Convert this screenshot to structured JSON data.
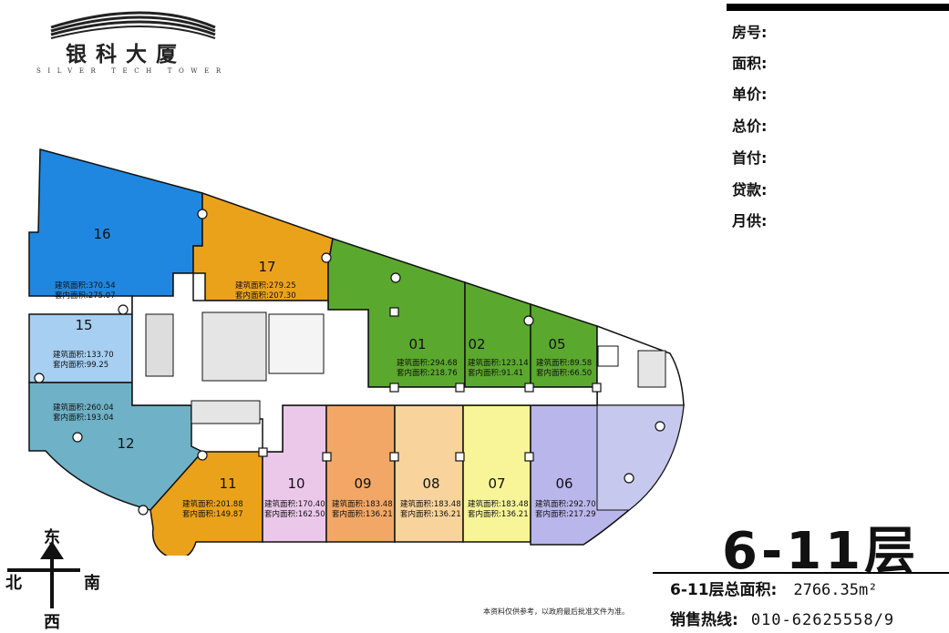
{
  "logo": {
    "name_cn": "银科大厦",
    "name_en": "SILVER TECH TOWER"
  },
  "fields": [
    {
      "label": "房号:"
    },
    {
      "label": "面积:"
    },
    {
      "label": "单价:"
    },
    {
      "label": "总价:"
    },
    {
      "label": "首付:"
    },
    {
      "label": "贷款:"
    },
    {
      "label": "月供:"
    }
  ],
  "rooms": [
    {
      "id": "16",
      "num": "16",
      "gross": "建筑面积:370.54",
      "net": "套内面积:275.07",
      "color": "#1f87e0"
    },
    {
      "id": "17",
      "num": "17",
      "gross": "建筑面积:279.25",
      "net": "套内面积:207.30",
      "color": "#eba21b"
    },
    {
      "id": "15",
      "num": "15",
      "gross": "建筑面积:133.70",
      "net": "套内面积:99.25",
      "color": "#a6cff2"
    },
    {
      "id": "12",
      "num": "12",
      "gross": "建筑面积:260.04",
      "net": "套内面积:193.04",
      "color": "#6fb1c6"
    },
    {
      "id": "01",
      "num": "01",
      "gross": "建筑面积:294.68",
      "net": "套内面积:218.76",
      "color": "#5ba82f"
    },
    {
      "id": "02",
      "num": "02",
      "gross": "建筑面积:123.14",
      "net": "套内面积:91.41",
      "color": "#5ba82f"
    },
    {
      "id": "05",
      "num": "05",
      "gross": "建筑面积:89.58",
      "net": "套内面积:66.50",
      "color": "#5ba82f"
    },
    {
      "id": "11",
      "num": "11",
      "gross": "建筑面积:201.88",
      "net": "套内面积:149.87",
      "color": "#eba21b"
    },
    {
      "id": "10",
      "num": "10",
      "gross": "建筑面积:170.40",
      "net": "套内面积:162.50",
      "color": "#ebc8ea"
    },
    {
      "id": "09",
      "num": "09",
      "gross": "建筑面积:183.48",
      "net": "套内面积:136.21",
      "color": "#f2a766"
    },
    {
      "id": "08",
      "num": "08",
      "gross": "建筑面积:183.48",
      "net": "套内面积:136.21",
      "color": "#f8d39b"
    },
    {
      "id": "07",
      "num": "07",
      "gross": "建筑面积:183.48",
      "net": "套内面积:136.21",
      "color": "#f7f598"
    },
    {
      "id": "06",
      "num": "06",
      "gross": "建筑面积:292.70",
      "net": "套内面积:217.29",
      "color": "#b8b6ea"
    }
  ],
  "floor_title": "6-11层",
  "total_area_label": "6-11层总面积:",
  "total_area_value": "2766.35m²",
  "hotline_label": "销售热线:",
  "hotline_value": "010-62625558/9",
  "notice": "本资料仅供参考，以政府最后批准文件为准。",
  "compass": {
    "top": "东",
    "left": "北",
    "right": "南",
    "bottom": "西"
  },
  "colors": {
    "corridor": "#ffffff",
    "outline": "#111111",
    "room_06_east": "#c6c8ee"
  }
}
